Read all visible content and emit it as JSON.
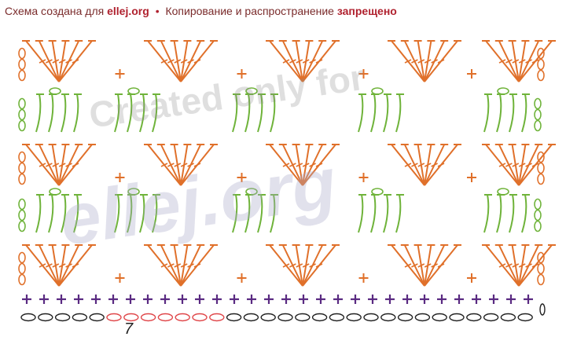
{
  "header": {
    "prefix": "Схема создана для",
    "site": "ellej.org",
    "bullet": "•",
    "middle": "Копирование и распространение",
    "forbidden": "запрещено"
  },
  "watermark": {
    "small": "Created only for",
    "big": "ellej.org"
  },
  "chain_count_label": "7",
  "colors": {
    "orange": "#e0702a",
    "green": "#6fb33a",
    "purple": "#5a2a82",
    "chain": "#222222",
    "chain_highlight": "#e0474a",
    "header_text": "#7a2b2b",
    "header_accent": "#b0222f"
  },
  "stitch_rows": [
    {
      "type": "chain-foundation",
      "count": 30,
      "highlight_start": 5,
      "highlight_count": 7
    },
    {
      "type": "single-crochet",
      "count": 30
    },
    {
      "type": "orange-fans"
    },
    {
      "type": "green-clusters"
    },
    {
      "type": "orange-fans"
    },
    {
      "type": "green-clusters"
    },
    {
      "type": "orange-fans"
    }
  ]
}
